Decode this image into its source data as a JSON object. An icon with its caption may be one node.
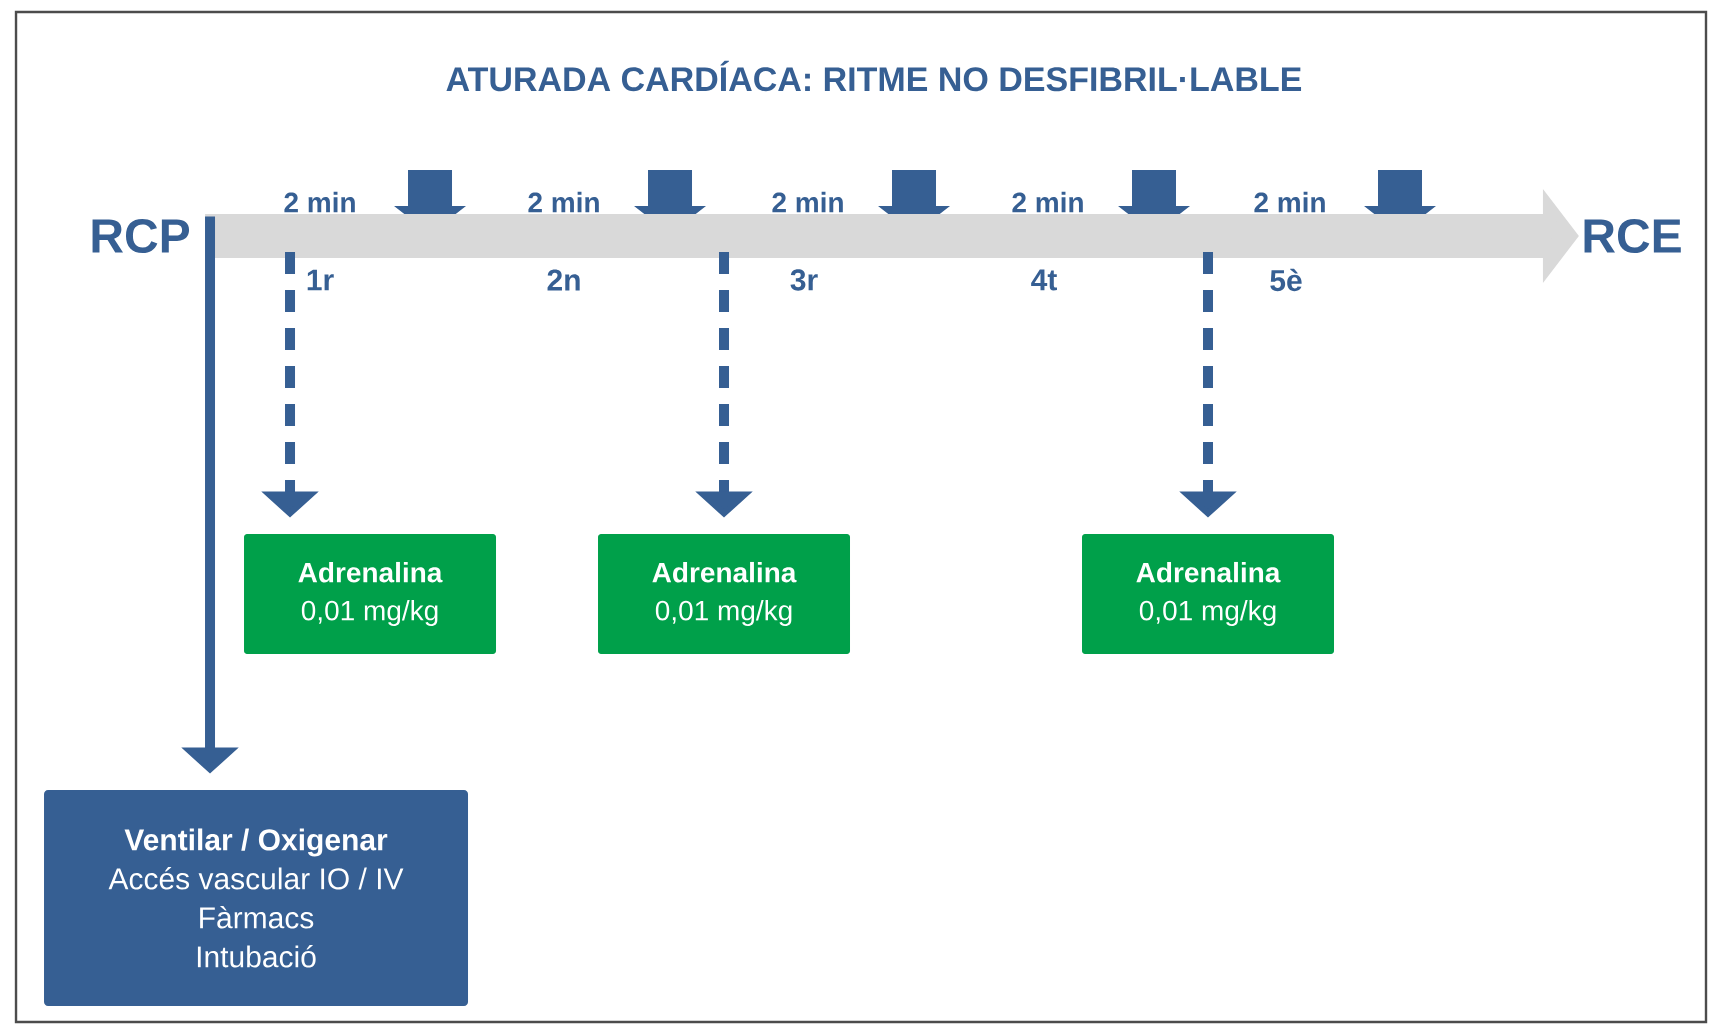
{
  "diagram": {
    "title": "ATURADA CARDÍACA: RITME NO DESFIBRIL·LABLE",
    "nodes": [
      {
        "text": [
          "RCP"
        ]
      },
      {
        "text": [
          "RCE"
        ]
      },
      {
        "text": [
          "Adrenalina",
          "0,01 mg/kg"
        ]
      },
      {
        "text": [
          "Adrenalina",
          "0,01 mg/kg"
        ]
      },
      {
        "text": [
          "Adrenalina",
          "0,01 mg/kg"
        ]
      },
      {
        "text": [
          "Ventilar / Oxigenar",
          "Accés vascular IO / IV",
          "Fàrmacs",
          "Intubació"
        ]
      }
    ],
    "edges": [
      {
        "from": 0,
        "to": 1,
        "arrow": "to",
        "style": "thick",
        "color": "#d9d9d9"
      },
      {
        "from": null,
        "to": 2,
        "arrow": "to",
        "style": "dashed"
      },
      {
        "from": null,
        "to": 3,
        "arrow": "to",
        "style": "dashed"
      },
      {
        "from": null,
        "to": 4,
        "arrow": "to",
        "style": "dashed"
      },
      {
        "from": 0,
        "to": 5,
        "arrow": "to"
      }
    ],
    "labels": [
      "2 min",
      "2 min",
      "2 min",
      "2 min",
      "2 min",
      "1r",
      "2n",
      "3r",
      "4t",
      "5è"
    ]
  }
}
